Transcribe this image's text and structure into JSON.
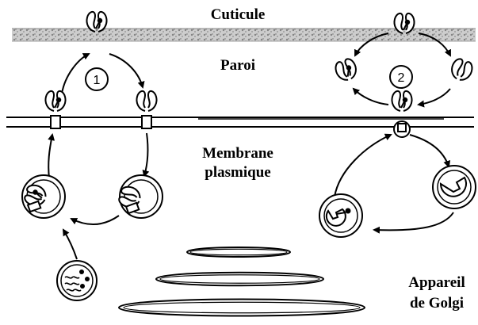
{
  "labels": {
    "cuticle": "Cuticule",
    "wall": "Paroi",
    "membrane_line1": "Membrane",
    "membrane_line2": "plasmique",
    "golgi_line1": "Appareil",
    "golgi_line2": "de Golgi"
  },
  "cycles": [
    {
      "number": "1"
    },
    {
      "number": "2"
    }
  ],
  "colors": {
    "ink": "#000000",
    "cuticle_texture": "#9a9a9a",
    "background": "#ffffff"
  }
}
